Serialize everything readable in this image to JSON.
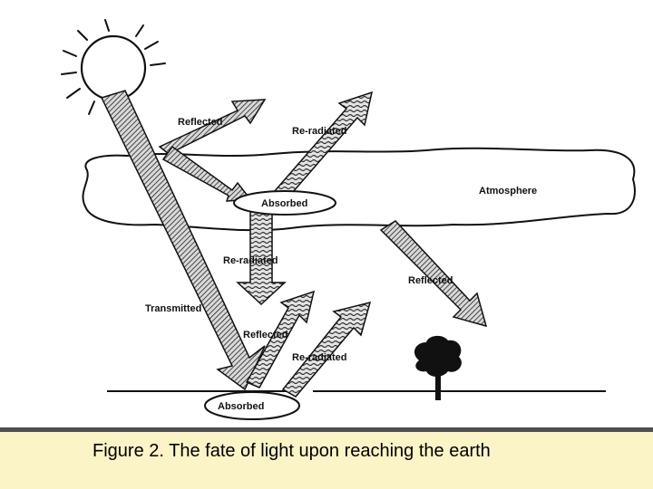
{
  "labels": {
    "reflected_top": "Reflected",
    "reradiated_top": "Re-radiated",
    "atmosphere": "Atmosphere",
    "absorbed_atmosphere": "Absorbed",
    "reradiated_down": "Re-radiated",
    "reflected_cloud": "Reflected",
    "transmitted": "Transmitted",
    "reflected_ground": "Reflected",
    "reradiated_ground": "Re-radiated",
    "absorbed_ground": "Absorbed"
  },
  "caption": "Figure 2. The fate of light upon reaching the earth",
  "colors": {
    "caption_background": "#fbf4c6",
    "caption_border": "#4f4f4f",
    "ink": "#111111"
  },
  "icons": [
    "sun-icon",
    "tree-icon"
  ]
}
